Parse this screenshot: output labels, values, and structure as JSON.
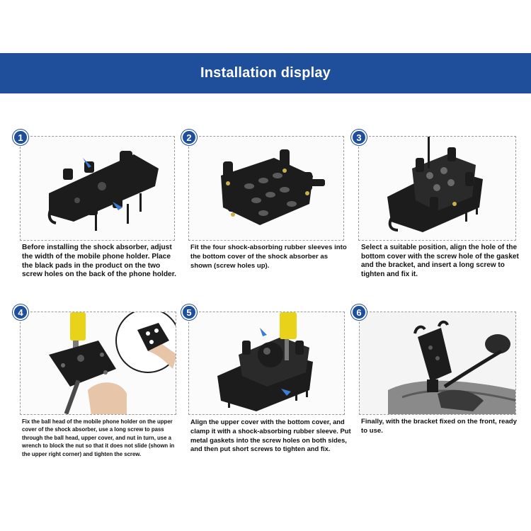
{
  "header": {
    "title": "Installation display"
  },
  "colors": {
    "accent": "#1f4f9a",
    "part": "#1c1c1c",
    "handle": "#e8d21a"
  },
  "steps": [
    {
      "number": "1",
      "text": "Before installing the shock absorber, adjust the width of the mobile phone holder. Place the black pads in the product on the two screw holes on the back of the phone holder."
    },
    {
      "number": "2",
      "text": "Fit the four shock-absorbing rubber sleeves into the bottom cover of the shock absorber as shown (screw holes up)."
    },
    {
      "number": "3",
      "text": "Select a suitable position, align the hole of the bottom cover with the screw hole of the gasket and the bracket, and insert a long screw to tighten and fix it."
    },
    {
      "number": "4",
      "text": "Fix the ball head of the mobile phone holder on the upper cover of the shock absorber, use a long screw to pass through the ball head, upper cover, and nut in turn, use a wrench to block the nut so that it does not slide (shown in the upper right corner) and tighten the screw."
    },
    {
      "number": "5",
      "text": "Align the upper cover with the bottom cover, and clamp it with a shock-absorbing rubber sleeve. Put metal gaskets into the screw holes on both sides, and then put short screws to tighten and fix."
    },
    {
      "number": "6",
      "text": "Finally, with the bracket fixed on the front, ready to use."
    }
  ]
}
